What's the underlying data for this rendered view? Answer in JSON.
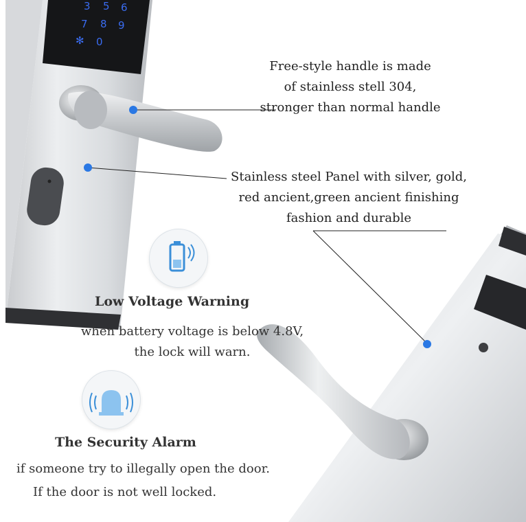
{
  "callouts": {
    "handle": [
      "Free-style handle is made",
      "of stainless stell 304,",
      "stronger than normal handle"
    ],
    "panel": [
      "Stainless steel Panel with silver, gold,",
      "red ancient,green ancient finishing",
      "fashion and durable"
    ]
  },
  "features": {
    "low_voltage": {
      "title": "Low Voltage Warning",
      "desc": [
        "when battery voltage is below 4.8V,",
        "the lock will warn."
      ],
      "icon": "battery-icon"
    },
    "alarm": {
      "title": "The Security Alarm",
      "desc": [
        "if someone try to illegally open the door.",
        "If the door is not well locked."
      ],
      "icon": "alarm-icon"
    }
  },
  "keypad": {
    "digits": [
      "3",
      "5",
      "6",
      "7",
      "8",
      "9",
      "0",
      "✻"
    ]
  },
  "colors": {
    "steel_light": "#e6e8ea",
    "steel_dark": "#8d9196",
    "accent_blue": "#2a78e4",
    "keypad_glow": "#3a6cf0"
  }
}
